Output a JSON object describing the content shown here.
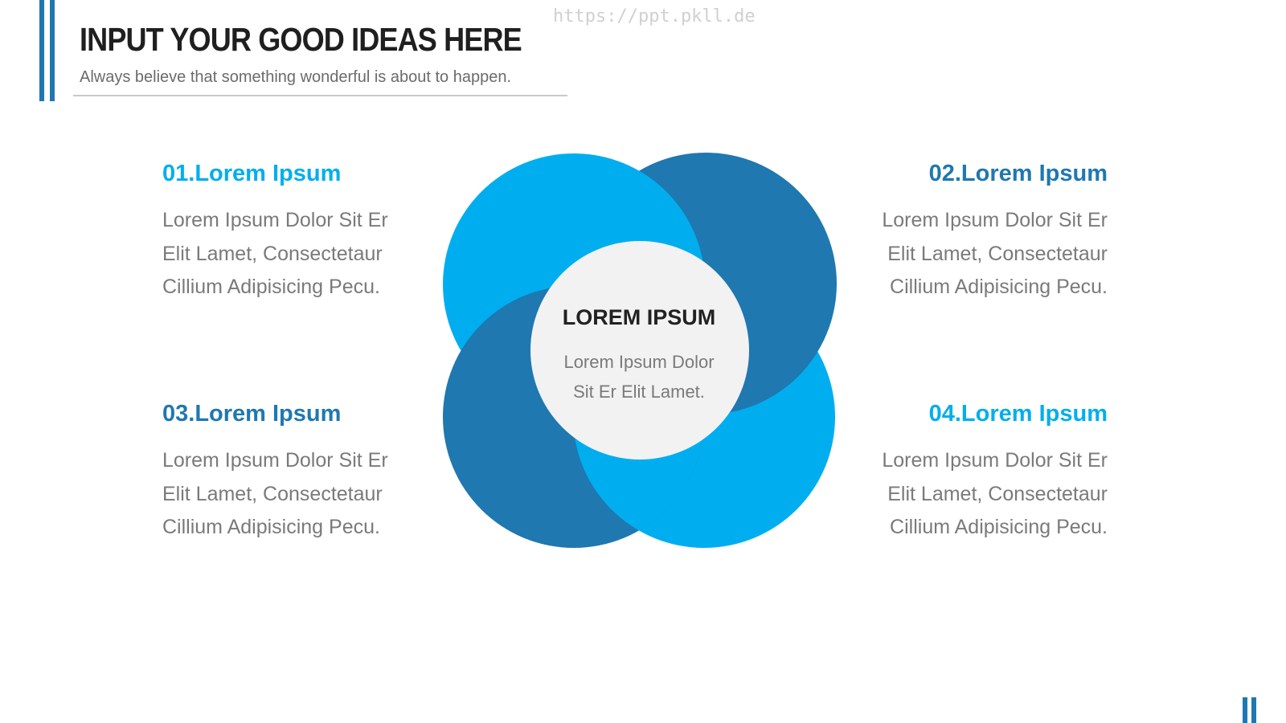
{
  "header": {
    "title": "INPUT YOUR GOOD IDEAS HERE",
    "subtitle": "Always believe that something wonderful is about to happen."
  },
  "watermark": "https://ppt.pkll.de",
  "center": {
    "title": "LOREM IPSUM",
    "body_lines": [
      "Lorem Ipsum Dolor",
      "Sit Er Elit Lamet."
    ]
  },
  "items": [
    {
      "heading": "01.Lorem Ipsum",
      "body_lines": [
        "Lorem Ipsum Dolor Sit Er",
        "Elit Lamet, Consectetaur",
        "Cillium Adipisicing Pecu."
      ]
    },
    {
      "heading": "02.Lorem Ipsum",
      "body_lines": [
        "Lorem Ipsum Dolor Sit Er",
        "Elit Lamet, Consectetaur",
        "Cillium Adipisicing Pecu."
      ]
    },
    {
      "heading": "03.Lorem Ipsum",
      "body_lines": [
        "Lorem Ipsum Dolor Sit Er",
        "Elit Lamet, Consectetaur",
        "Cillium Adipisicing Pecu."
      ]
    },
    {
      "heading": "04.Lorem Ipsum",
      "body_lines": [
        "Lorem Ipsum Dolor Sit Er",
        "Elit Lamet, Consectetaur",
        "Cillium Adipisicing Pecu."
      ]
    }
  ],
  "colors": {
    "light_blue": "#00aeef",
    "dark_blue": "#1f78b0",
    "center_fill": "#f2f2f2",
    "header_bar": "#1f78b0"
  }
}
